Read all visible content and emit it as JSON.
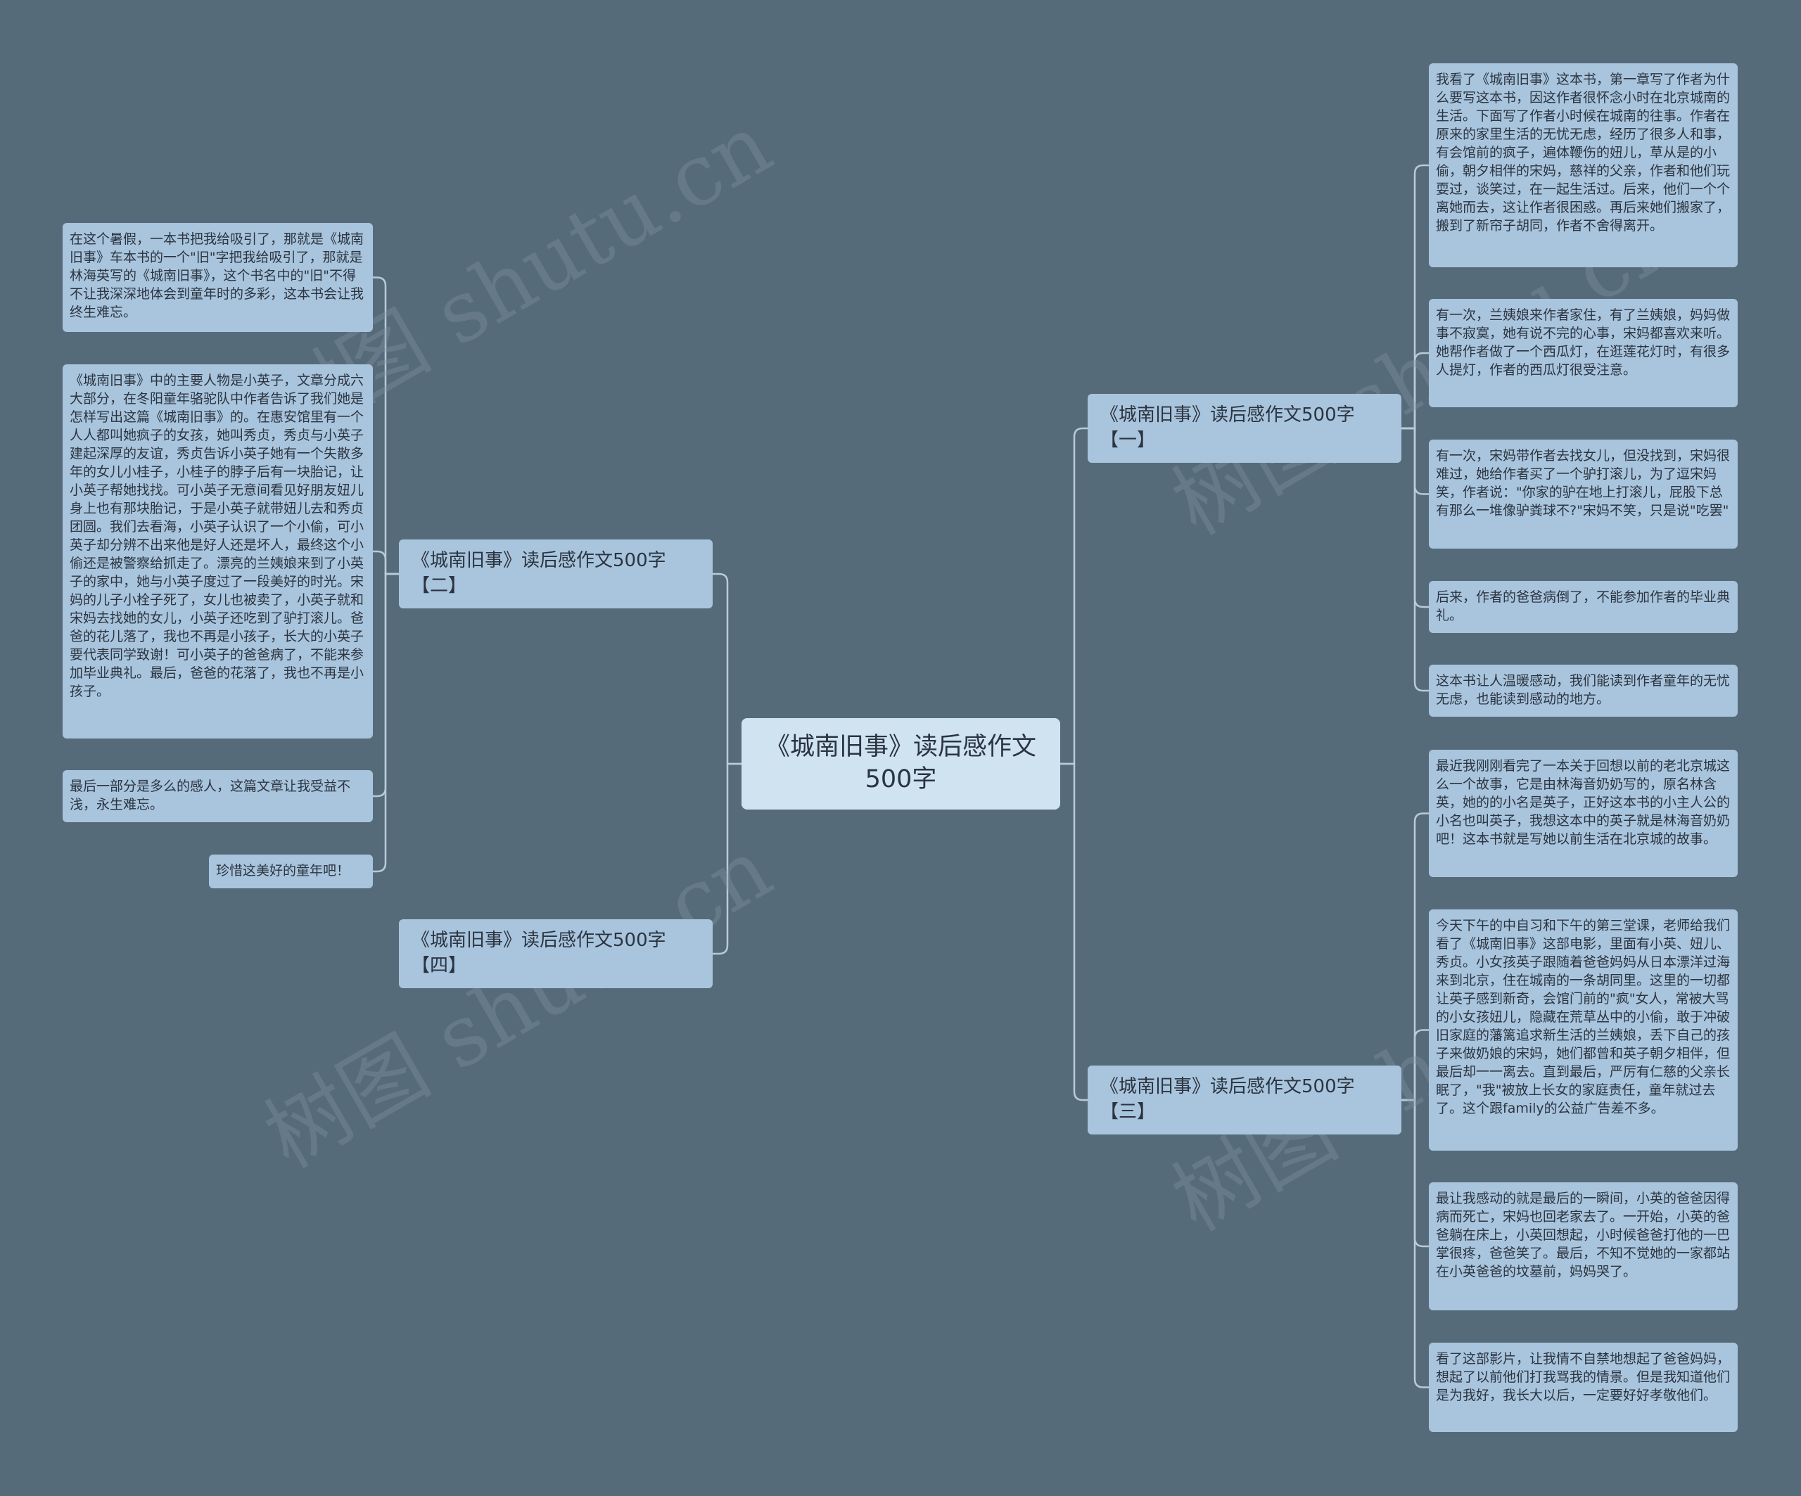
{
  "root": {
    "label": "《城南旧事》读后感作文500字"
  },
  "branches": {
    "b1": {
      "label": "《城南旧事》读后感作文500字【一】"
    },
    "b2": {
      "label": "《城南旧事》读后感作文500字【二】"
    },
    "b3": {
      "label": "《城南旧事》读后感作文500字【三】"
    },
    "b4": {
      "label": "《城南旧事》读后感作文500字【四】"
    }
  },
  "leaves": {
    "b1": [
      "我看了《城南旧事》这本书，第一章写了作者为什么要写这本书，因这作者很怀念小时在北京城南的生活。下面写了作者小时候在城南的往事。作者在原来的家里生活的无忧无虑，经历了很多人和事，有会馆前的疯子，遍体鞭伤的妞儿，草从是的小偷，朝夕相伴的宋妈，慈祥的父亲，作者和他们玩耍过，谈笑过，在一起生活过。后来，他们一个个离她而去，这让作者很困惑。再后来她们搬家了，搬到了新帘子胡同，作者不舍得离开。",
      "有一次，兰姨娘来作者家住，有了兰姨娘，妈妈做事不寂寞，她有说不完的心事，宋妈都喜欢来听。她帮作者做了一个西瓜灯，在逛莲花灯时，有很多人提灯，作者的西瓜灯很受注意。",
      "有一次，宋妈带作者去找女儿，但没找到，宋妈很难过，她给作者买了一个驴打滚儿，为了逗宋妈笑，作者说：\"你家的驴在地上打滚儿，屁股下总有那么一堆像驴粪球不?\"宋妈不笑，只是说\"吃罢\"",
      "后来，作者的爸爸病倒了，不能参加作者的毕业典礼。",
      "这本书让人温暖感动，我们能读到作者童年的无忧无虑，也能读到感动的地方。"
    ],
    "b2": [
      "在这个暑假，一本书把我给吸引了，那就是《城南旧事》车本书的一个\"旧\"字把我给吸引了，那就是林海英写的《城南旧事》，这个书名中的\"旧\"不得不让我深深地体会到童年时的多彩，这本书会让我终生难忘。",
      "《城南旧事》中的主要人物是小英子，文章分成六大部分，在冬阳童年骆驼队中作者告诉了我们她是怎样写出这篇《城南旧事》的。在惠安馆里有一个人人都叫她疯子的女孩，她叫秀贞，秀贞与小英子建起深厚的友谊，秀贞告诉小英子她有一个失散多年的女儿小桂子，小桂子的脖子后有一块胎记，让小英子帮她找找。可小英子无意间看见好朋友妞儿身上也有那块胎记，于是小英子就带妞儿去和秀贞团圆。我们去看海，小英子认识了一个小偷，可小英子却分辨不出来他是好人还是坏人，最终这个小偷还是被警察给抓走了。漂亮的兰姨娘来到了小英子的家中，她与小英子度过了一段美好的时光。宋妈的儿子小栓子死了，女儿也被卖了，小英子就和宋妈去找她的女儿，小英子还吃到了驴打滚儿。爸爸的花儿落了，我也不再是小孩子，长大的小英子要代表同学致谢！可小英子的爸爸病了，不能来参加毕业典礼。最后，爸爸的花落了，我也不再是小孩子。",
      "最后一部分是多么的感人，这篇文章让我受益不浅，永生难忘。",
      "珍惜这美好的童年吧！"
    ],
    "b3": [
      "最近我刚刚看完了一本关于回想以前的老北京城这么一个故事，它是由林海音奶奶写的，原名林含英，她的的小名是英子，正好这本书的小主人公的小名也叫英子，我想这本中的英子就是林海音奶奶吧！这本书就是写她以前生活在北京城的故事。",
      "今天下午的中自习和下午的第三堂课，老师给我们看了《城南旧事》这部电影，里面有小英、妞儿、秀贞。小女孩英子跟随着爸爸妈妈从日本漂洋过海来到北京，住在城南的一条胡同里。这里的一切都让英子感到新奇，会馆门前的\"疯\"女人，常被大骂的小女孩妞儿，隐藏在荒草丛中的小偷，敢于冲破旧家庭的藩篱追求新生活的兰姨娘，丢下自己的孩子来做奶娘的宋妈，她们都曾和英子朝夕相伴，但最后却一一离去。直到最后，严厉有仁慈的父亲长眠了，\"我\"被放上长女的家庭责任，童年就过去了。这个跟family的公益广告差不多。",
      "最让我感动的就是最后的一瞬间，小英的爸爸因得病而死亡，宋妈也回老家去了。一开始，小英的爸爸躺在床上，小英回想起，小时候爸爸打他的一巴掌很疼，爸爸笑了。最后，不知不觉她的一家都站在小英爸爸的坟墓前，妈妈哭了。",
      "看了这部影片，让我情不自禁地想起了爸爸妈妈，想起了以前他们打我骂我的情景。但是我知道他们是为我好，我长大以后，一定要好好孝敬他们。"
    ]
  },
  "watermark": "树图 shutu.cn",
  "colors": {
    "background": "#566b7a",
    "node": "#a9c5dd",
    "root": "#cfe3f1",
    "edge": "#b9cbd8"
  }
}
